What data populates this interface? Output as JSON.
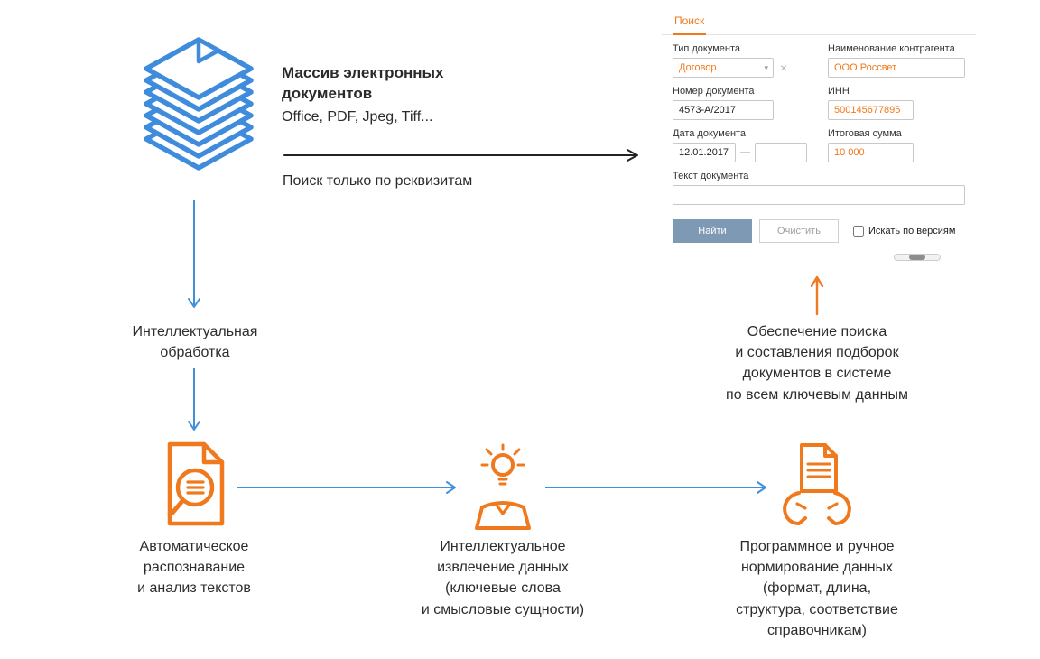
{
  "colors": {
    "blue": "#4190da",
    "orange": "#f0791e",
    "text": "#2d2d2d",
    "find_button_bg": "#7d99b4"
  },
  "source": {
    "title": "Массив электронных\nдокументов",
    "formats": "Office, PDF, Jpeg, Tiff...",
    "arrow_caption": "Поиск только по реквизитам"
  },
  "form": {
    "tab": "Поиск",
    "doc_type_label": "Тип документа",
    "doc_type_value": "Договор",
    "caret": "▾",
    "clear_x": "×",
    "contragent_label": "Наименование контрагента",
    "contragent_value": "ООО Россвет",
    "doc_number_label": "Номер документа",
    "doc_number_value": "4573-А/2017",
    "inn_label": "ИНН",
    "inn_value": "500145677895",
    "date_label": "Дата документа",
    "date_from": "12.01.2017",
    "date_separator": "—",
    "date_to": "",
    "sum_label": "Итоговая сумма",
    "sum_value": "10 000",
    "text_label": "Текст документа",
    "text_value": "",
    "find_button": "Найти",
    "clear_button": "Очистить",
    "versions_label": "Искать по версиям"
  },
  "flow": {
    "processing": "Интеллектуальная\nобработка",
    "step1": "Автоматическое\nраспознавание\nи анализ текстов",
    "step2": "Интеллектуальное\nизвлечение данных\n(ключевые слова\nи смысловые сущности)",
    "step3": "Программное и ручное\nнормирование данных\n(формат, длина,\nструктура, соответствие\nсправочникам)",
    "result": "Обеспечение поиска\nи составления подборок\nдокументов в системе\nпо всем ключевым данным"
  },
  "icons": {
    "stack": "documents-stack-icon",
    "recognition": "document-search-icon",
    "extraction": "idea-person-icon",
    "normalization": "hands-document-icon"
  }
}
